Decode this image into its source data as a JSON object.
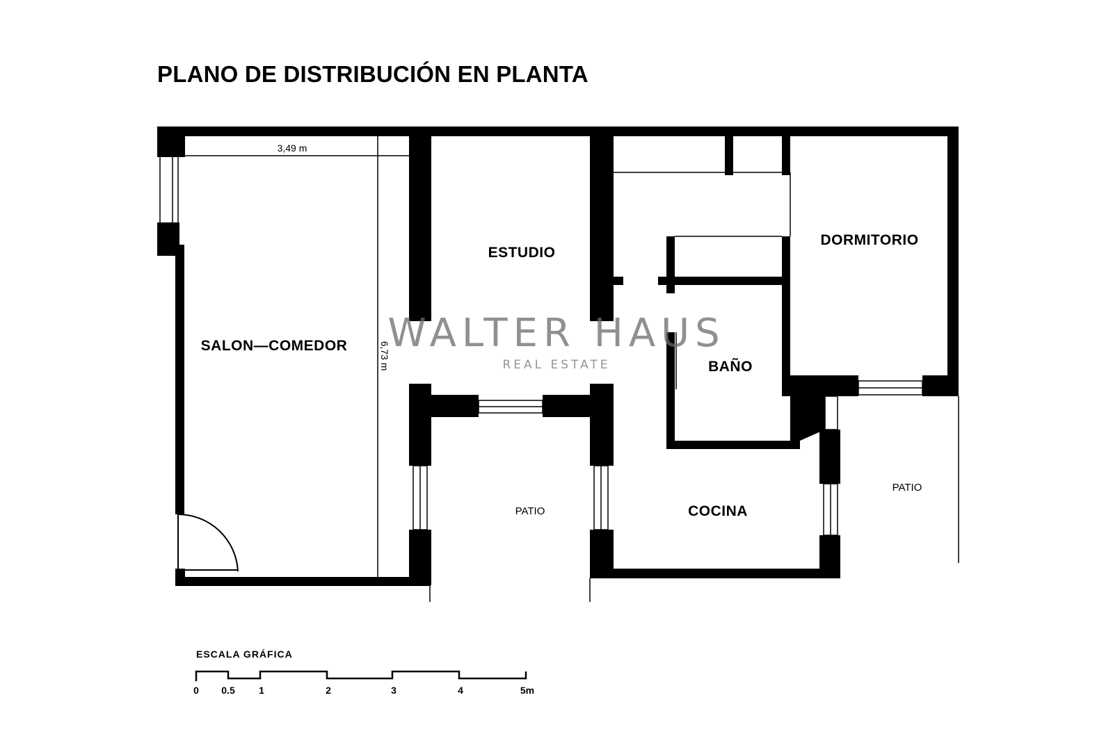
{
  "title": "PLANO DE DISTRIBUCIÓN EN PLANTA",
  "rooms": {
    "salon": "SALON—COMEDOR",
    "estudio": "ESTUDIO",
    "dormitorio": "DORMITORIO",
    "bano": "BAÑO",
    "cocina": "COCINA",
    "patio_center": "PATIO",
    "patio_right": "PATIO"
  },
  "dimensions": {
    "width": "3,49 m",
    "length": "6,73 m"
  },
  "watermark": {
    "brand": "WALTER HAUS",
    "tagline": "REAL ESTATE"
  },
  "scale": {
    "title": "ESCALA GRÁFICA",
    "labels": [
      "0",
      "0.5",
      "1",
      "2",
      "3",
      "4",
      "5m"
    ]
  }
}
